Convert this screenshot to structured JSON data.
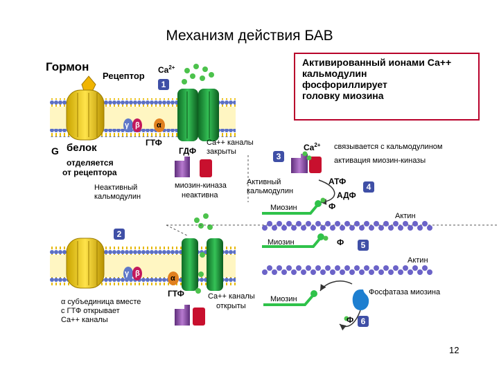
{
  "title": "Механизм действия БАВ",
  "note": {
    "line1": "Активированный ионами Са++",
    "line2": "кальмодулин",
    "line3": "фосфориллирует",
    "line4": "головку миозина"
  },
  "labels": {
    "hormone": "Гормон",
    "receptor": "Рецептор",
    "ca_top": "Ca",
    "ca_sup": "2+",
    "gamma": "γ",
    "beta": "β",
    "alpha": "α",
    "g_letter": "G",
    "g_protein": "белок",
    "gtp1": "ГТФ",
    "gdf": "ГДФ",
    "channels_closed_1": "Ca++ каналы",
    "channels_closed_2": "закрыты",
    "detaches_1": "отделяется",
    "detaches_2": "от рецептора",
    "inactive_cm_1": "Неактивный",
    "inactive_cm_2": "кальмодулин",
    "mlck_inactive_1": "миозин-киназа",
    "mlck_inactive_2": "неактивна",
    "ca_mid": "Ca",
    "ca_mid_sup": "2+",
    "binds_cm": "связывается с кальмодулином",
    "mlck_active": "активация миозин-киназы",
    "active_cm_1": "Активный",
    "active_cm_2": "кальмодулин",
    "atp": "АТФ",
    "adp": "АДФ",
    "myosin1": "Миозин",
    "phi1": "Ф",
    "actin1": "Актин",
    "myosin2": "Миозин",
    "phi2": "Ф",
    "actin2": "Актин",
    "gtp2": "ГТФ",
    "channels_open_1": "Ca++ каналы",
    "channels_open_2": "открыты",
    "alpha_note_1": "α  субъединица вместе",
    "alpha_note_2": "с ГТФ открывает",
    "alpha_note_3": "Ca++ каналы",
    "myosin3": "Миозин",
    "phosphatase": "Фосфатаза миозина",
    "phi3": "Ф"
  },
  "steps": [
    "1",
    "2",
    "3",
    "4",
    "5",
    "6"
  ],
  "page_number": "12",
  "colors": {
    "membrane_head": "#5b6fc4",
    "membrane_tail": "#f0c600",
    "receptor": "#f5d200",
    "channel": "#1f9b3a",
    "myosin": "#2fc24a",
    "actin": "#6b63c8",
    "kinase_purple": "#8c4aa8",
    "kinase_red": "#c8102e",
    "calcium": "#4cc24c",
    "phosphatase": "#1e7fd0",
    "border": "#b8002a"
  }
}
